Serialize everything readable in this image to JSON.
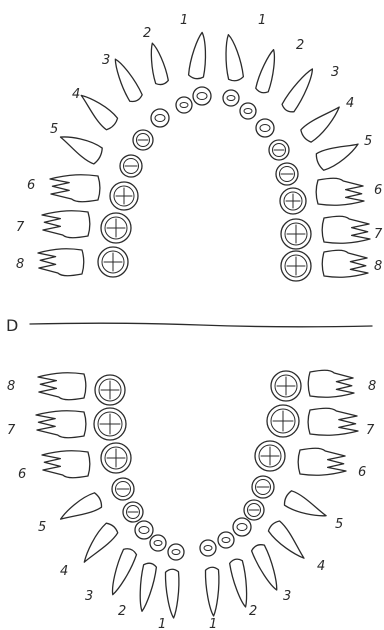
{
  "upper_arch": {
    "left_numbers": [
      "1",
      "2",
      "3",
      "4",
      "5",
      "6",
      "7",
      "8"
    ],
    "right_numbers": [
      "1",
      "2",
      "3",
      "4",
      "5",
      "6",
      "7",
      "8"
    ]
  },
  "divider": {
    "label": "D"
  },
  "lower_arch": {
    "left_numbers": [
      "8",
      "7",
      "6",
      "5",
      "4",
      "3",
      "2",
      "1"
    ],
    "right_numbers": [
      "8",
      "7",
      "6",
      "5",
      "4",
      "3",
      "2",
      "1"
    ]
  }
}
